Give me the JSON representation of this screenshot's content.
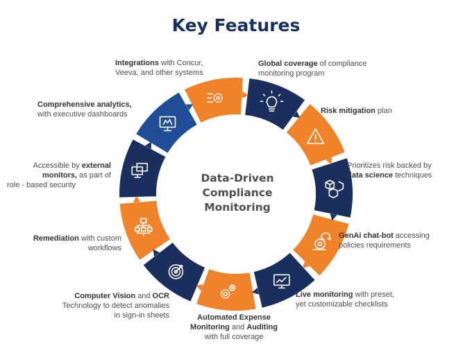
{
  "title": "Key Features",
  "center_lines": [
    "Data-Driven",
    "Compliance",
    "Monitoring"
  ],
  "colors": {
    "navy": "#1b2f5e",
    "orange": "#f08229",
    "blue": "#1f4e96",
    "title": "#16305f",
    "text": "#4d4d4f"
  },
  "features": [
    {
      "icon": "lightbulb-icon",
      "color": "navy",
      "lines": [
        {
          "bold": "Global coverage",
          "text": " of compliance"
        },
        {
          "bold": "",
          "text": "monitoring program"
        }
      ]
    },
    {
      "icon": "warning-icon",
      "color": "orange",
      "lines": [
        {
          "bold": "Risk mitigation",
          "text": " plan"
        }
      ]
    },
    {
      "icon": "cubes-icon",
      "color": "navy",
      "lines": [
        {
          "bold": "",
          "text": "Prioritizes risk backed by"
        },
        {
          "bold": "data science",
          "text": " techniques"
        }
      ]
    },
    {
      "icon": "chatbot-icon",
      "color": "orange",
      "lines": [
        {
          "bold": "GenAi chat-bot",
          "text": " accessing"
        },
        {
          "bold": "",
          "text": "policies requirements"
        }
      ]
    },
    {
      "icon": "monitor-chart-icon",
      "color": "navy",
      "lines": [
        {
          "bold": "Live monitoring",
          "text": " with preset,"
        },
        {
          "bold": "",
          "text": "yet customizable checklists"
        }
      ]
    },
    {
      "icon": "gears-icon",
      "color": "orange",
      "lines": [
        {
          "bold": "Automated Expense",
          "text": ""
        },
        {
          "bold": "Monitoring",
          "text": " and "
        },
        {
          "bold": "",
          "text": "with full coverage"
        }
      ]
    },
    {
      "icon": "target-icon",
      "color": "navy",
      "lines": [
        {
          "bold": "Computer Vision",
          "text": " and "
        },
        {
          "bold": "",
          "text": "Technology to detect anomalies"
        },
        {
          "bold": "",
          "text": "in sign-in sheets"
        }
      ]
    },
    {
      "icon": "workflow-icon",
      "color": "orange",
      "lines": [
        {
          "bold": "Remediation",
          "text": " with custom"
        },
        {
          "bold": "",
          "text": "workflows"
        }
      ]
    },
    {
      "icon": "screens-icon",
      "color": "navy",
      "lines": [
        {
          "bold": "",
          "text": "Accessible by "
        },
        {
          "bold": "monitors,",
          "text": " as part of"
        },
        {
          "bold": "",
          "text": "role - based security"
        }
      ]
    },
    {
      "icon": "dashboard-icon",
      "color": "blue",
      "lines": [
        {
          "bold": "Comprehensive analytics,",
          "text": ""
        },
        {
          "bold": "",
          "text": "with executive dashboards"
        }
      ]
    },
    {
      "icon": "integration-gear-icon",
      "color": "orange",
      "lines": [
        {
          "bold": "Integrations",
          "text": " with Concur,"
        },
        {
          "bold": "",
          "text": "Veeva, and other systems"
        }
      ]
    }
  ],
  "extra_bold": {
    "auditing": "Auditing",
    "ocr": "OCR",
    "external": "external"
  }
}
